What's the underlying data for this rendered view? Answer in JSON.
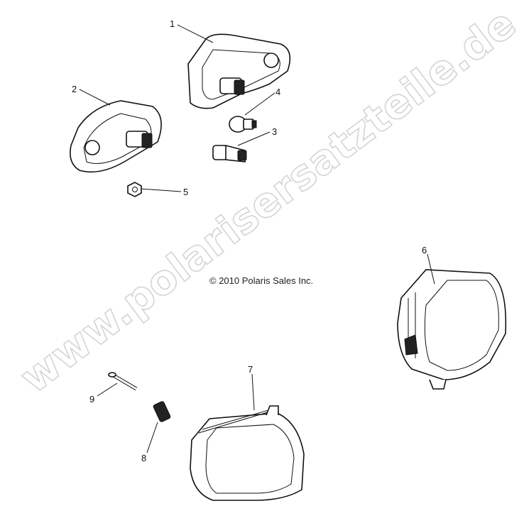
{
  "watermark": "www.polarisersatzteile.de",
  "copyright": "© 2010 Polaris Sales Inc.",
  "callouts": [
    "1",
    "2",
    "3",
    "4",
    "5",
    "6",
    "7",
    "8",
    "9"
  ]
}
